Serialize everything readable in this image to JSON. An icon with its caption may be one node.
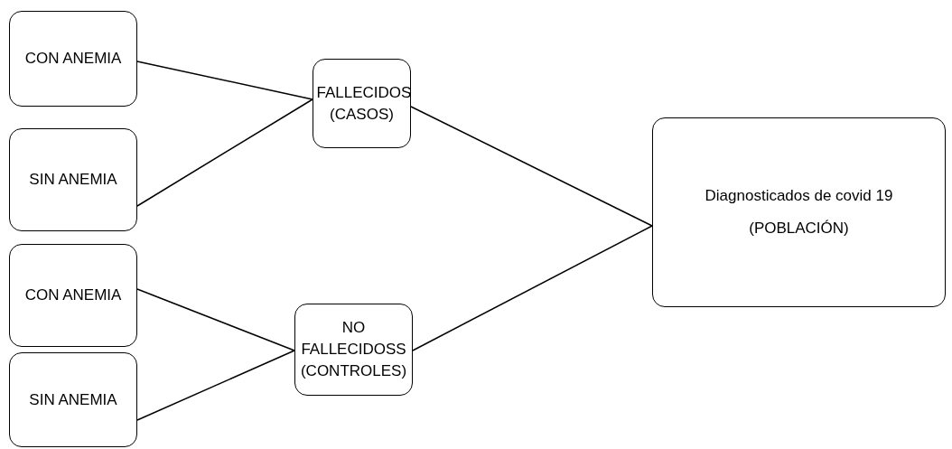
{
  "diagram": {
    "nodes": [
      {
        "text": [
          "CON ANEMIA"
        ]
      },
      {
        "text": [
          "SIN ANEMIA"
        ]
      },
      {
        "text": [
          "FALLECIDOS (CASOS)"
        ]
      },
      {
        "text": [
          "Diagnosticados de covid 19",
          "(POBLACIÓN)"
        ]
      },
      {
        "text": [
          "CON ANEMIA"
        ]
      },
      {
        "text": [
          "SIN ANEMIA"
        ]
      },
      {
        "text": [
          "NO FALLECIDOSS (CONTROLES)"
        ]
      }
    ],
    "edges": [
      {
        "from": 0,
        "to": 2,
        "arrow": "none"
      },
      {
        "from": 1,
        "to": 2,
        "arrow": "none"
      },
      {
        "from": 2,
        "to": 3,
        "arrow": "none"
      },
      {
        "from": 6,
        "to": 3,
        "arrow": "none"
      },
      {
        "from": 4,
        "to": 6,
        "arrow": "none"
      },
      {
        "from": 5,
        "to": 6,
        "arrow": "none"
      }
    ]
  }
}
